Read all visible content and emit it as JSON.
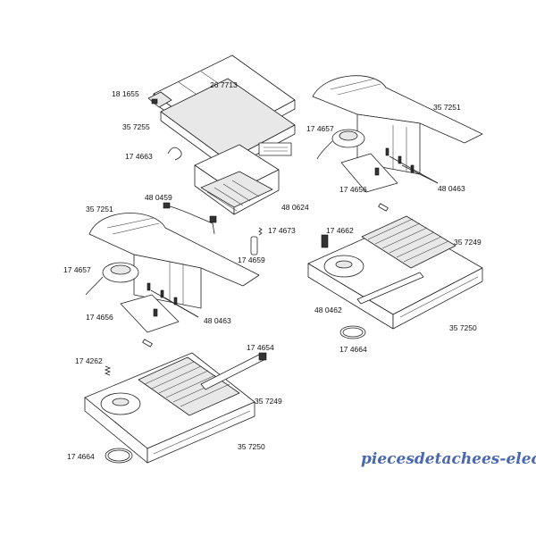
{
  "labels": {
    "p267713": "26 7713",
    "p181655": "18 1655",
    "p357255": "35 7255",
    "p174663": "17 4663",
    "p480459": "48 0459",
    "p480624": "48 0624",
    "p357251_top": "35 7251",
    "p174657_top": "17 4657",
    "p174656_top": "17 4656",
    "p480463_top": "48 0463",
    "p357251_mid": "35 7251",
    "p174673": "17 4673",
    "p174659": "17 4659",
    "p174657_mid": "17 4657",
    "p174656_mid": "17 4656",
    "p480463_mid": "48 0463",
    "p174662": "17 4662",
    "p357249_right": "35 7249",
    "p480462": "48 0462",
    "p357250_right": "35 7250",
    "p174664_right": "17 4664",
    "p174654": "17 4654",
    "p174262": "17 4262",
    "p357249_bottom": "35 7249",
    "p357250_bottom": "35 7250",
    "p174664_bottom": "17 4664"
  },
  "watermark": "piecesdetachees-elec.com"
}
